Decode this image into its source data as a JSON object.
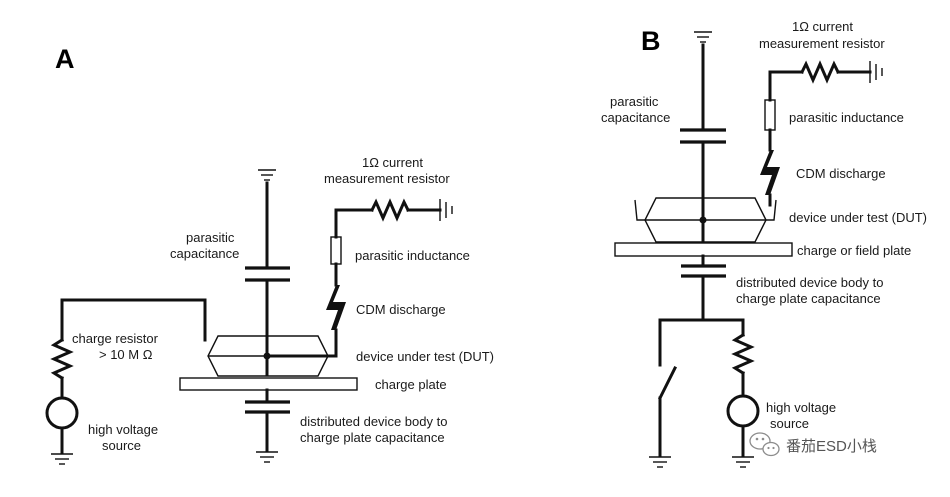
{
  "panel_a": {
    "letter": "A",
    "resistor_label_1": "1Ω current",
    "resistor_label_2": "measurement resistor",
    "parasitic_capacitance_1": "parasitic",
    "parasitic_capacitance_2": "capacitance",
    "parasitic_inductance": "parasitic inductance",
    "cdm_discharge": "CDM discharge",
    "charge_resistor_1": "charge resistor",
    "charge_resistor_2": "> 10 M Ω",
    "dut": "device under test (DUT)",
    "charge_plate": "charge plate",
    "hv_source_1": "high voltage",
    "hv_source_2": "source",
    "body_cap_1": "distributed device body to",
    "body_cap_2": "charge plate capacitance"
  },
  "panel_b": {
    "letter": "B",
    "resistor_label_1": "1Ω current",
    "resistor_label_2": "measurement resistor",
    "parasitic_capacitance_1": "parasitic",
    "parasitic_capacitance_2": "capacitance",
    "parasitic_inductance": "parasitic inductance",
    "cdm_discharge": "CDM discharge",
    "dut": "device under test (DUT)",
    "charge_plate": "charge or field plate",
    "body_cap_1": "distributed device body to",
    "body_cap_2": "charge plate capacitance",
    "hv_source_1": "high voltage",
    "hv_source_2": "source"
  },
  "watermark": {
    "text": "番茄ESD小栈",
    "icon": "wechat-icon"
  }
}
